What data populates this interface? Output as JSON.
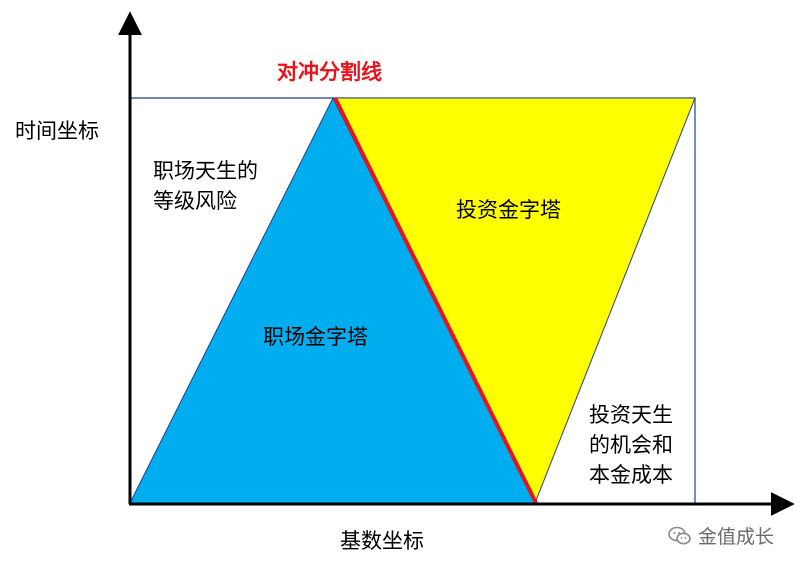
{
  "labels": {
    "y_axis": "时间坐标",
    "x_axis": "基数坐标",
    "hedge_line": "对冲分割线",
    "career_pyramid": "职场金字塔",
    "investment_pyramid": "投资金字塔",
    "career_risk_lines": [
      "职场天生的",
      "等级风险"
    ],
    "investment_cost_lines": [
      "投资天生",
      "的机会和",
      "本金成本"
    ]
  },
  "watermark": {
    "text": "金值成长",
    "icon": "wechat-icon"
  },
  "colors": {
    "career_fill": "#00aeef",
    "investment_fill": "#ffff00",
    "hedge_line": "#e8141d",
    "frame": "#1f3f8f",
    "axis": "#000000"
  }
}
